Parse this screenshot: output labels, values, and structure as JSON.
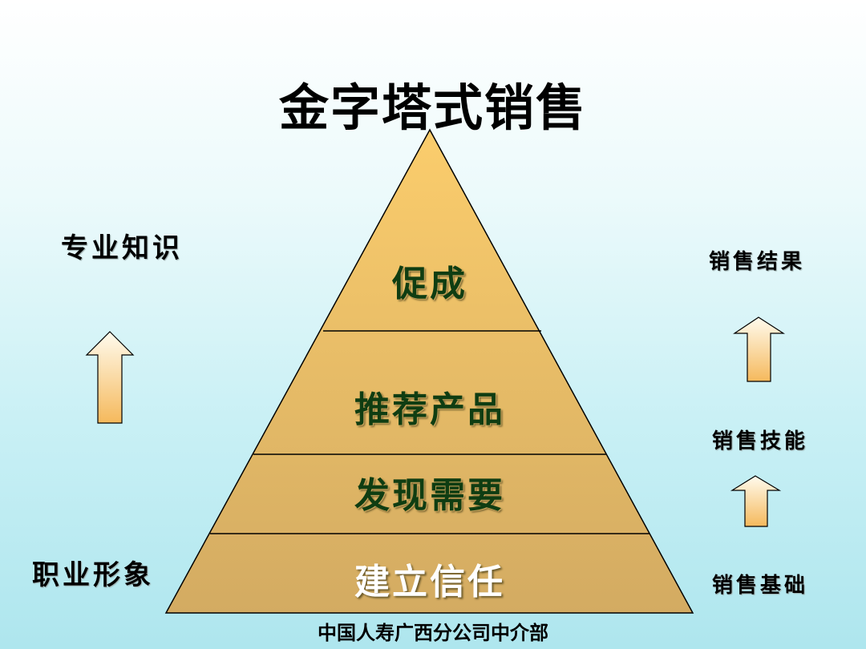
{
  "title": "金字塔式销售",
  "pyramid": {
    "layers": [
      {
        "label": "促成"
      },
      {
        "label": "推荐产品"
      },
      {
        "label": "发现需要"
      },
      {
        "label": "建立信任"
      }
    ]
  },
  "left_labels": {
    "top": "专业知识",
    "bottom": "职业形象"
  },
  "right_labels": {
    "top": "销售结果",
    "middle": "销售技能",
    "bottom": "销售基础"
  },
  "footer": "中国人寿广西分公司中介部",
  "colors": {
    "pyramid_top": "#f8c96a",
    "pyramid_bottom": "#d6ad63",
    "label_green": "#0f3d12",
    "arrow_top": "#fff6dc",
    "arrow_bottom": "#f6c06a"
  }
}
